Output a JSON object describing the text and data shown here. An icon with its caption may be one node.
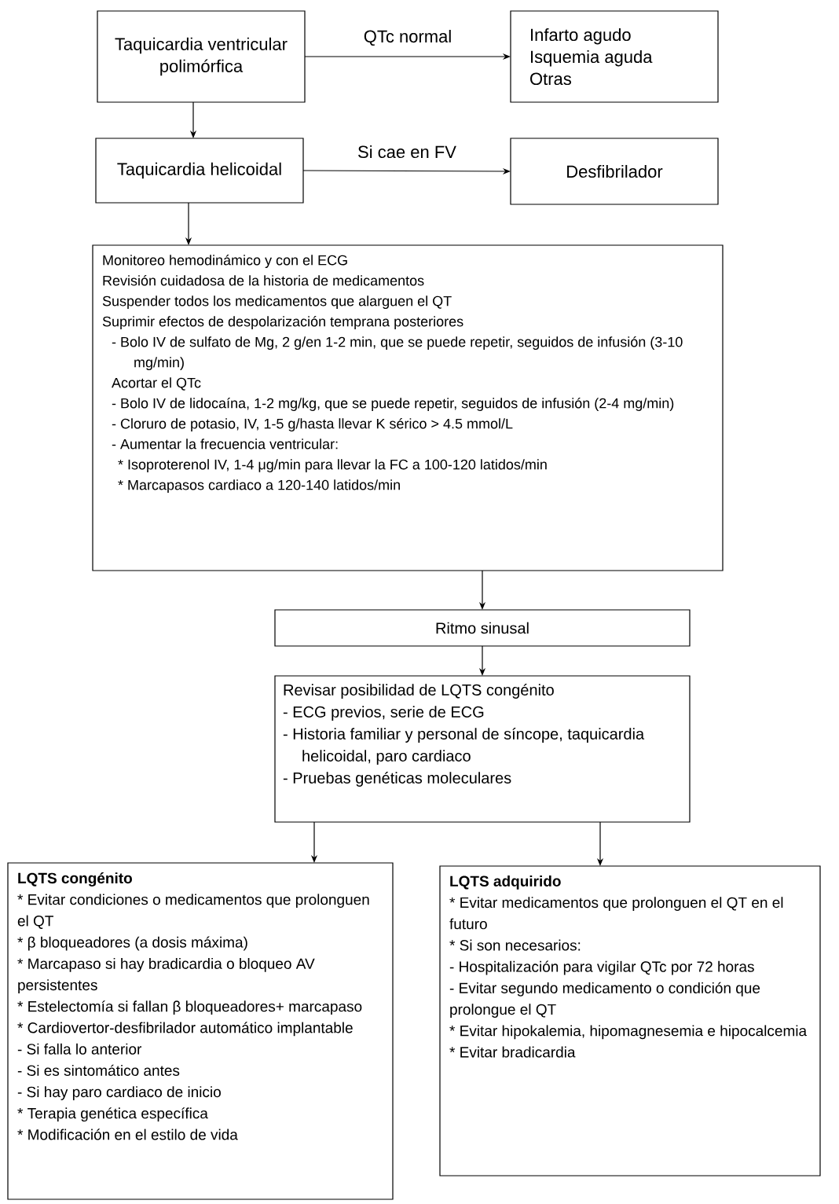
{
  "diagram": {
    "nodes": [
      {
        "text": [
          "Taquicardia ventricular polimórfica"
        ]
      },
      {
        "text": [
          "Infarto agudo",
          "Isquemia aguda",
          "Otras"
        ]
      },
      {
        "text": [
          "Taquicardia helicoidal"
        ]
      },
      {
        "text": [
          "Desfibrilador"
        ]
      },
      {
        "text": [
          "Monitoreo hemodinámico y con el ECG",
          "Revisión cuidadosa de la historia de medicamentos",
          "Suspender todos los medicamentos que alarguen el QT",
          "Suprimir efectos de despolarización temprana posteriores",
          "- Bolo IV de sulfato de Mg, 2 g/en 1-2 min, que se puede repetir, seguidos de infusión (3-10 mg/min)",
          "Acortar el QTc",
          "- Bolo IV de lidocaína, 1-2 mg/kg, que se puede repetir, seguidos de infusión (2-4 mg/min)",
          "- Cloruro de potasio, IV, 1-5 g/hasta llevar K sérico > 4.5 mmol/L",
          "- Aumentar la frecuencia ventricular:",
          "* Isoproterenol IV, 1-4 μg/min para llevar la FC a 100-120 latidos/min",
          "* Marcapasos cardiaco a 120-140 latidos/min"
        ]
      },
      {
        "text": [
          "Ritmo sinusal"
        ]
      },
      {
        "text": [
          "Revisar posibilidad de LQTS congénito",
          "- ECG previos, serie de ECG",
          "- Historia familiar y personal de síncope, taquicardia helicoidal, paro cardiaco",
          "- Pruebas genéticas moleculares"
        ]
      },
      {
        "text": [
          "LQTS congénito",
          "* Evitar condiciones o medicamentos que prolonguen el QT",
          "* β bloqueadores (a dosis máxima)",
          "* Marcapaso si hay bradicardia o bloqueo AV persistentes",
          "* Estelectomía si fallan β bloqueadores+ marcapaso",
          "* Cardiovertor-desfibrilador automático implantable",
          "- Si falla lo anterior",
          "- Si es sintomático antes",
          "- Si hay paro cardiaco de inicio",
          "* Terapia genética específica",
          "* Modificación en el estilo de vida"
        ]
      },
      {
        "text": [
          "LQTS adquirido",
          "* Evitar medicamentos que prolonguen el QT en el futuro",
          "* Si son necesarios:",
          "- Hospitalización para vigilar QTc por 72 horas",
          "- Evitar segundo medicamento o condición que prolongue el QT",
          "* Evitar hipokalemia, hipomagnesemia e hipocalcemia",
          "* Evitar bradicardia"
        ]
      }
    ],
    "edges": [
      {
        "from": 0,
        "to": 1,
        "arrow": "to",
        "label": "QTc normal"
      },
      {
        "from": 0,
        "to": 2,
        "arrow": "to"
      },
      {
        "from": 2,
        "to": 3,
        "arrow": "to",
        "label": "Si cae en FV"
      },
      {
        "from": 2,
        "to": 4,
        "arrow": "to"
      },
      {
        "from": 4,
        "to": 5,
        "arrow": "to"
      },
      {
        "from": 5,
        "to": 6,
        "arrow": "to"
      },
      {
        "from": 6,
        "to": 7,
        "arrow": "to"
      },
      {
        "from": 6,
        "to": 8,
        "arrow": "to"
      }
    ]
  }
}
